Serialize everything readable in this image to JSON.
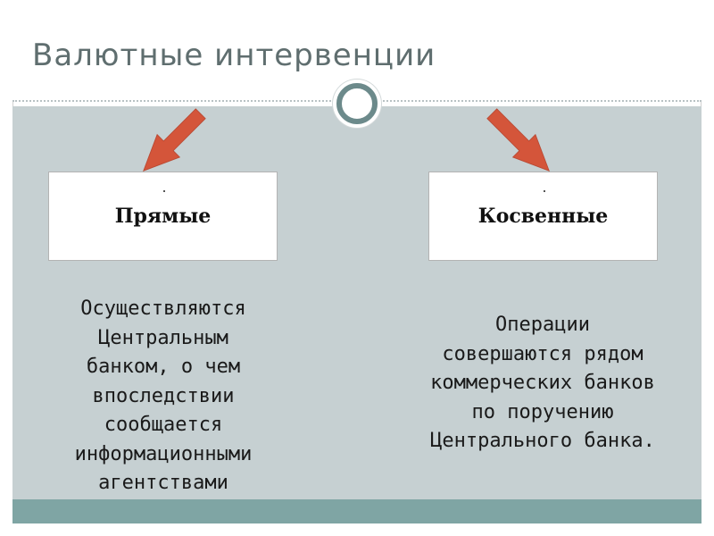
{
  "slide": {
    "title": "Валютные интервенции"
  },
  "left": {
    "label": "Прямые",
    "description": "Осуществляются\nЦентральным\nбанком, о чем\nвпоследствии\nсообщается\nинформационными\nагентствами"
  },
  "right": {
    "label": "Косвенные",
    "description": "Операции\nсовершаются рядом\nкоммерческих банков\nпо поручению\nЦентрального банка."
  },
  "colors": {
    "title_text": "#5f6e6f",
    "content_background": "#c6d0d2",
    "footer_bar": "#7fa5a4",
    "arrow_fill": "#d4553a",
    "ornament_ring": "#6c8a8b"
  }
}
